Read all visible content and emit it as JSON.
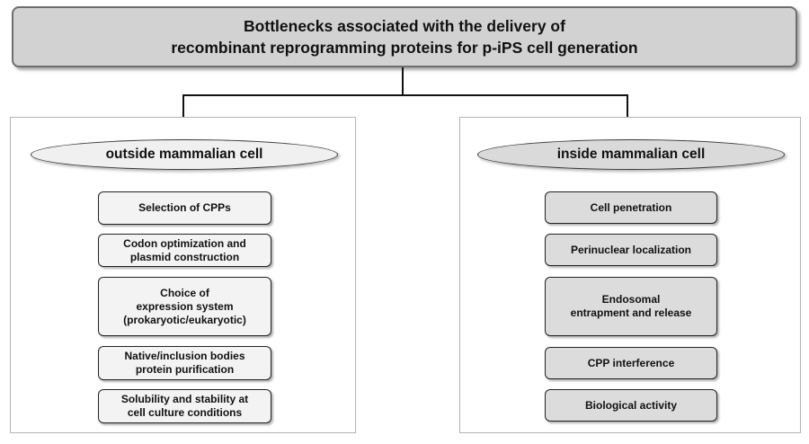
{
  "title": {
    "line1": "Bottlenecks associated with the delivery of",
    "line2": "recombinant reprogramming proteins for p-iPS cell generation"
  },
  "left": {
    "header": "outside mammalian cell",
    "items": [
      {
        "lines": [
          "Selection of CPPs"
        ]
      },
      {
        "lines": [
          "Codon optimization and",
          "plasmid construction"
        ]
      },
      {
        "lines": [
          "Choice of",
          "expression system",
          "(prokaryotic/eukaryotic)"
        ]
      },
      {
        "lines": [
          "Native/inclusion bodies",
          "protein purification"
        ]
      },
      {
        "lines": [
          "Solubility and stability at",
          "cell culture conditions"
        ]
      }
    ]
  },
  "right": {
    "header": "inside mammalian cell",
    "items": [
      {
        "lines": [
          "Cell penetration"
        ]
      },
      {
        "lines": [
          "Perinuclear localization"
        ]
      },
      {
        "lines": [
          "Endosomal",
          "entrapment and release"
        ]
      },
      {
        "lines": [
          "CPP interference"
        ]
      },
      {
        "lines": [
          "Biological activity"
        ]
      }
    ]
  },
  "colors": {
    "title_fill": "#d2d2d2",
    "left_fill": "#f3f3f3",
    "right_fill": "#dcdcdc",
    "line": "#111111"
  }
}
